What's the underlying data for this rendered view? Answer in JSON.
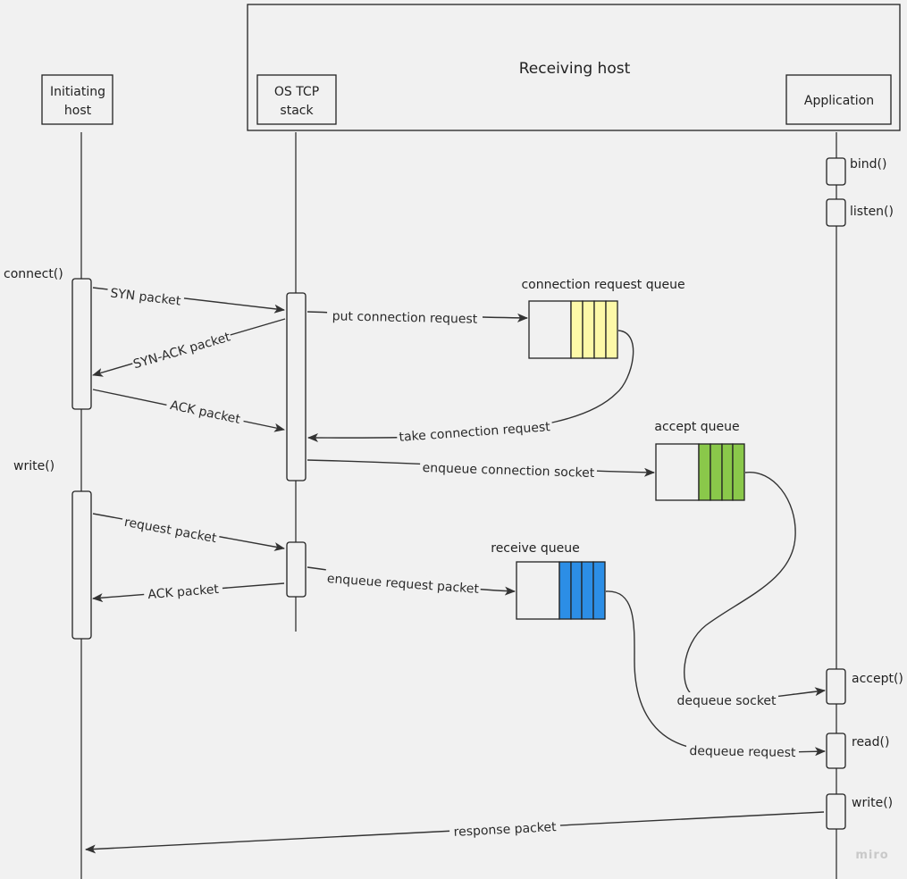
{
  "participants": {
    "initiating_host": [
      "Initiating",
      "host"
    ],
    "receiving_host": "Receiving host",
    "os_tcp_stack": [
      "OS TCP",
      "stack"
    ],
    "application": "Application"
  },
  "calls": {
    "connect": "connect()",
    "write_client": "write()",
    "bind": "bind()",
    "listen": "listen()",
    "accept": "accept()",
    "read": "read()",
    "write_server": "write()"
  },
  "messages": {
    "syn": "SYN packet",
    "syn_ack": "SYN-ACK packet",
    "ack": "ACK packet",
    "put_conn_req": "put connection request",
    "take_conn_req": "take connection request",
    "enqueue_conn_socket": "enqueue connection socket",
    "request_packet": "request packet",
    "ack_packet_2": "ACK packet",
    "enqueue_request_packet": "enqueue request packet",
    "dequeue_socket": "dequeue socket",
    "dequeue_request": "dequeue request",
    "response_packet": "response packet"
  },
  "queues": {
    "connection_request": {
      "label": "connection request queue",
      "color": "#fdf9a8"
    },
    "accept": {
      "label": "accept queue",
      "color": "#8ac84a"
    },
    "receive": {
      "label": "receive queue",
      "color": "#2c8ee6"
    }
  },
  "watermark": "miro"
}
